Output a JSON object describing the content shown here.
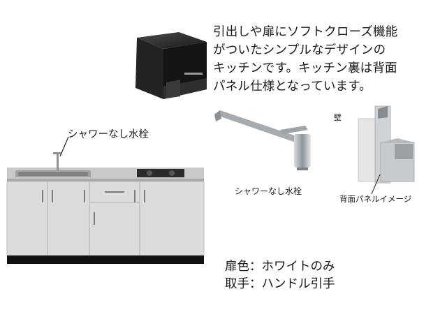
{
  "description": "引出しや扉にソフトクローズ機能\nがついたシンプルなデザインの\nキッチンです。キッチン裏は背面\nパネル仕様となっています。",
  "labels": {
    "main_faucet": "シャワーなし水栓",
    "faucet_detail": "シャワーなし水栓",
    "back_panel": "背面パネルイメージ",
    "wall": "壁"
  },
  "specs": [
    "扉色：ホワイトのみ",
    "取手：ハンドル引手"
  ],
  "colors": {
    "cabinet": "#dcdcda",
    "countertop": "#c9c9c9",
    "hood": "#1f1f1f",
    "plinth": "#111111",
    "chrome": "#b8bcc0"
  },
  "icons": {
    "hood": "range-hood-illustration",
    "kitchen": "kitchen-unit-illustration",
    "faucet": "faucet-illustration",
    "panel": "back-panel-illustration"
  }
}
